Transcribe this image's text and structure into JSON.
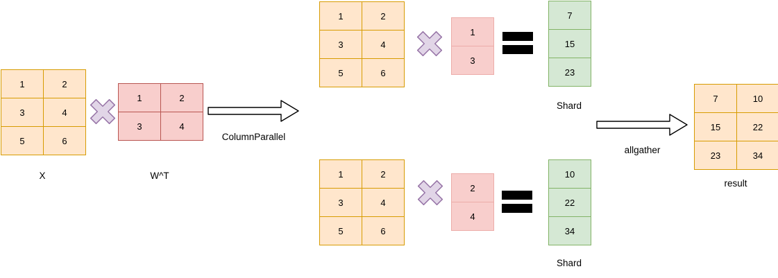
{
  "stage1": {
    "x_matrix": {
      "label": "X",
      "values": [
        [
          1,
          2
        ],
        [
          3,
          4
        ],
        [
          5,
          6
        ]
      ]
    },
    "wt_matrix": {
      "label": "W^T",
      "values": [
        [
          1,
          2
        ],
        [
          3,
          4
        ]
      ]
    },
    "arrow_label": "ColumnParallel"
  },
  "shard1": {
    "input_matrix": [
      [
        1,
        2
      ],
      [
        3,
        4
      ],
      [
        5,
        6
      ]
    ],
    "weight_column": [
      [
        1
      ],
      [
        3
      ]
    ],
    "output_column": [
      [
        7
      ],
      [
        15
      ],
      [
        23
      ]
    ],
    "label": "Shard"
  },
  "shard2": {
    "input_matrix": [
      [
        1,
        2
      ],
      [
        3,
        4
      ],
      [
        5,
        6
      ]
    ],
    "weight_column": [
      [
        2
      ],
      [
        4
      ]
    ],
    "output_column": [
      [
        10
      ],
      [
        22
      ],
      [
        34
      ]
    ],
    "label": "Shard"
  },
  "stage3": {
    "arrow_label": "allgather",
    "result_matrix": {
      "label": "result",
      "values": [
        [
          7,
          10
        ],
        [
          15,
          22
        ],
        [
          23,
          34
        ]
      ]
    }
  },
  "icons": {
    "multiply": "multiply-cross",
    "equals": "equals-sign",
    "arrow": "right-arrow"
  },
  "colors": {
    "input_fill": "#FFE6CC",
    "input_stroke": "#D79B00",
    "weight_fill": "#F8CECC",
    "weight_stroke": "#B85450",
    "weight_shard_stroke": "#ECACA9",
    "output_fill": "#D5E8D4",
    "output_stroke": "#82B366",
    "multiply_fill": "#E1D5E7",
    "multiply_stroke": "#9673A6",
    "equals_color": "#000000",
    "arrow_fill": "#FFFFFF",
    "arrow_stroke": "#000000"
  }
}
